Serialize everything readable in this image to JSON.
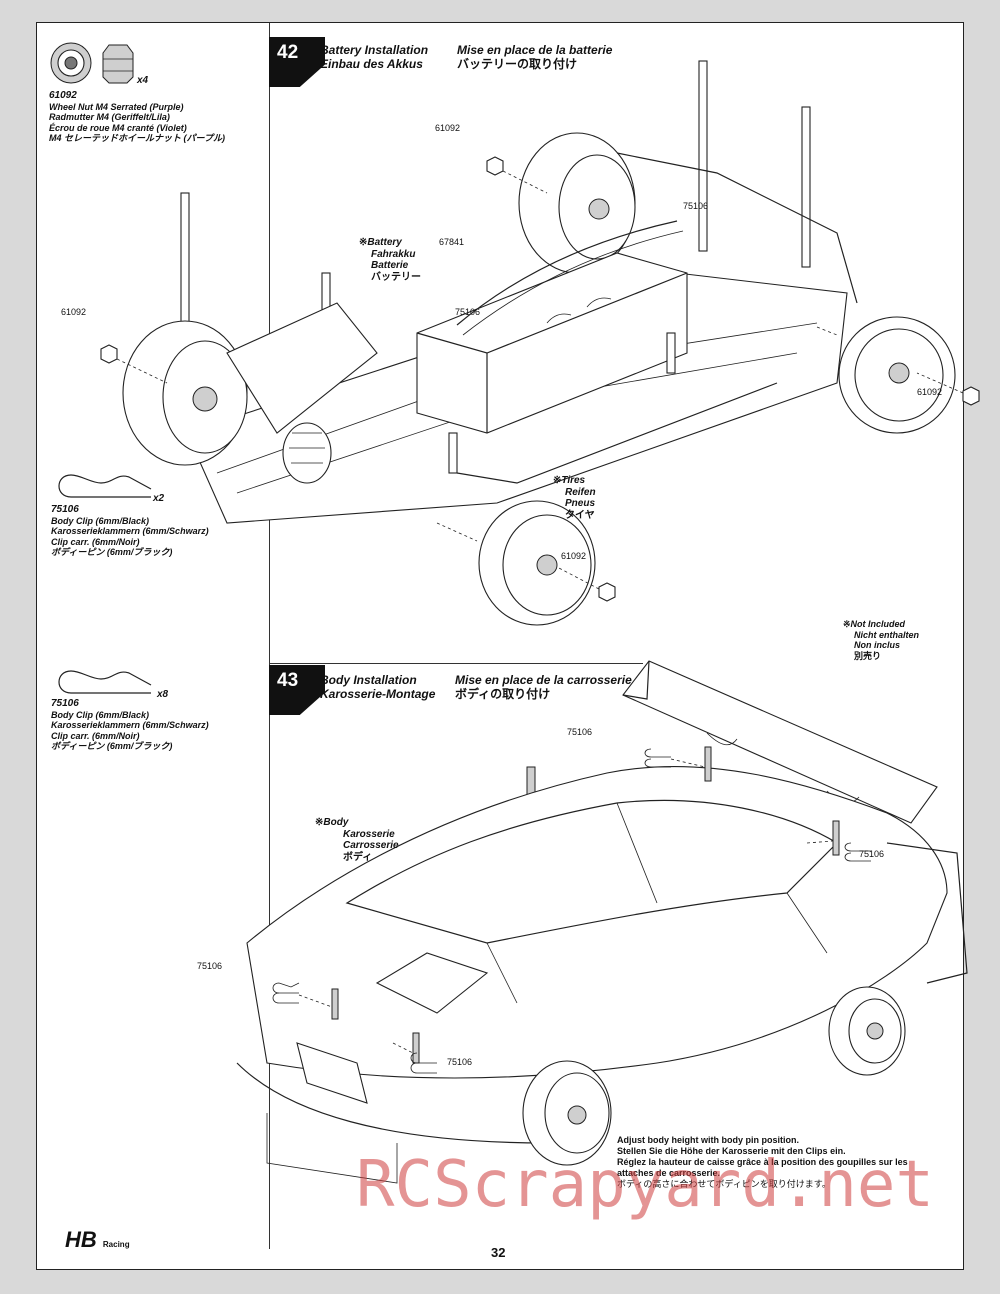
{
  "parts": {
    "wheel_nut": {
      "number": "61092",
      "quantity": "x4",
      "lines": [
        "Wheel Nut M4 Serrated (Purple)",
        "Radmutter M4 (Geriffelt/Lila)",
        "Écrou de roue M4 cranté (Violet)",
        "M4 セレーテッドホイールナット (パープル)"
      ]
    },
    "body_clip_a": {
      "number": "75106",
      "quantity": "x2",
      "lines": [
        "Body Clip (6mm/Black)",
        "Karosserieklammern (6mm/Schwarz)",
        "Clip carr. (6mm/Noir)",
        "ボディーピン (6mm/ブラック)"
      ]
    },
    "body_clip_b": {
      "number": "75106",
      "quantity": "x8",
      "lines": [
        "Body Clip (6mm/Black)",
        "Karosserieklammern (6mm/Schwarz)",
        "Clip carr. (6mm/Noir)",
        "ボディーピン (6mm/ブラック)"
      ]
    }
  },
  "steps": {
    "step42": {
      "number": "42",
      "title_en": "Battery Installation",
      "title_de": "Einbau des Akkus",
      "title_fr": "Mise en place de la batterie",
      "title_jp": "バッテリーの取り付け",
      "battery_note": [
        "Battery",
        "Fahrakku",
        "Batterie",
        "バッテリー"
      ],
      "tires_note": [
        "Tires",
        "Reifen",
        "Pneus",
        "タイヤ"
      ],
      "callouts": {
        "nut_top_left": "61092",
        "nut_left": "61092",
        "nut_right": "61092",
        "nut_bottom": "61092",
        "clip_top_right": "75106",
        "clip_battery": "75106",
        "strap": "67841"
      }
    },
    "step43": {
      "number": "43",
      "title_en": "Body Installation",
      "title_de": "Karosserie-Montage",
      "title_fr": "Mise en place de la carrosserie",
      "title_jp": "ボディの取り付け",
      "body_note": [
        "Body",
        "Karosserie",
        "Carrosserie",
        "ボディ"
      ],
      "callouts": {
        "clip_wing": "75106",
        "clip_rear": "75106",
        "clip_front_left": "75106",
        "clip_front_right": "75106"
      },
      "adjust_note": [
        "Adjust body height with body pin position.",
        "Stellen Sie die Höhe der Karosserie mit den Clips ein.",
        "Réglez la hauteur de caisse grâce à la position des goupilles sur les attaches de carrosserie.",
        "ボディの高さに合わせてボディピンを取り付けます。"
      ]
    }
  },
  "not_included": [
    "Not Included",
    "Nicht enthalten",
    "Non inclus",
    "別売り"
  ],
  "page_number": "32",
  "brand": {
    "logo_text": "HB",
    "logo_sub": "Racing"
  },
  "watermark": "RCScrapyard.net"
}
